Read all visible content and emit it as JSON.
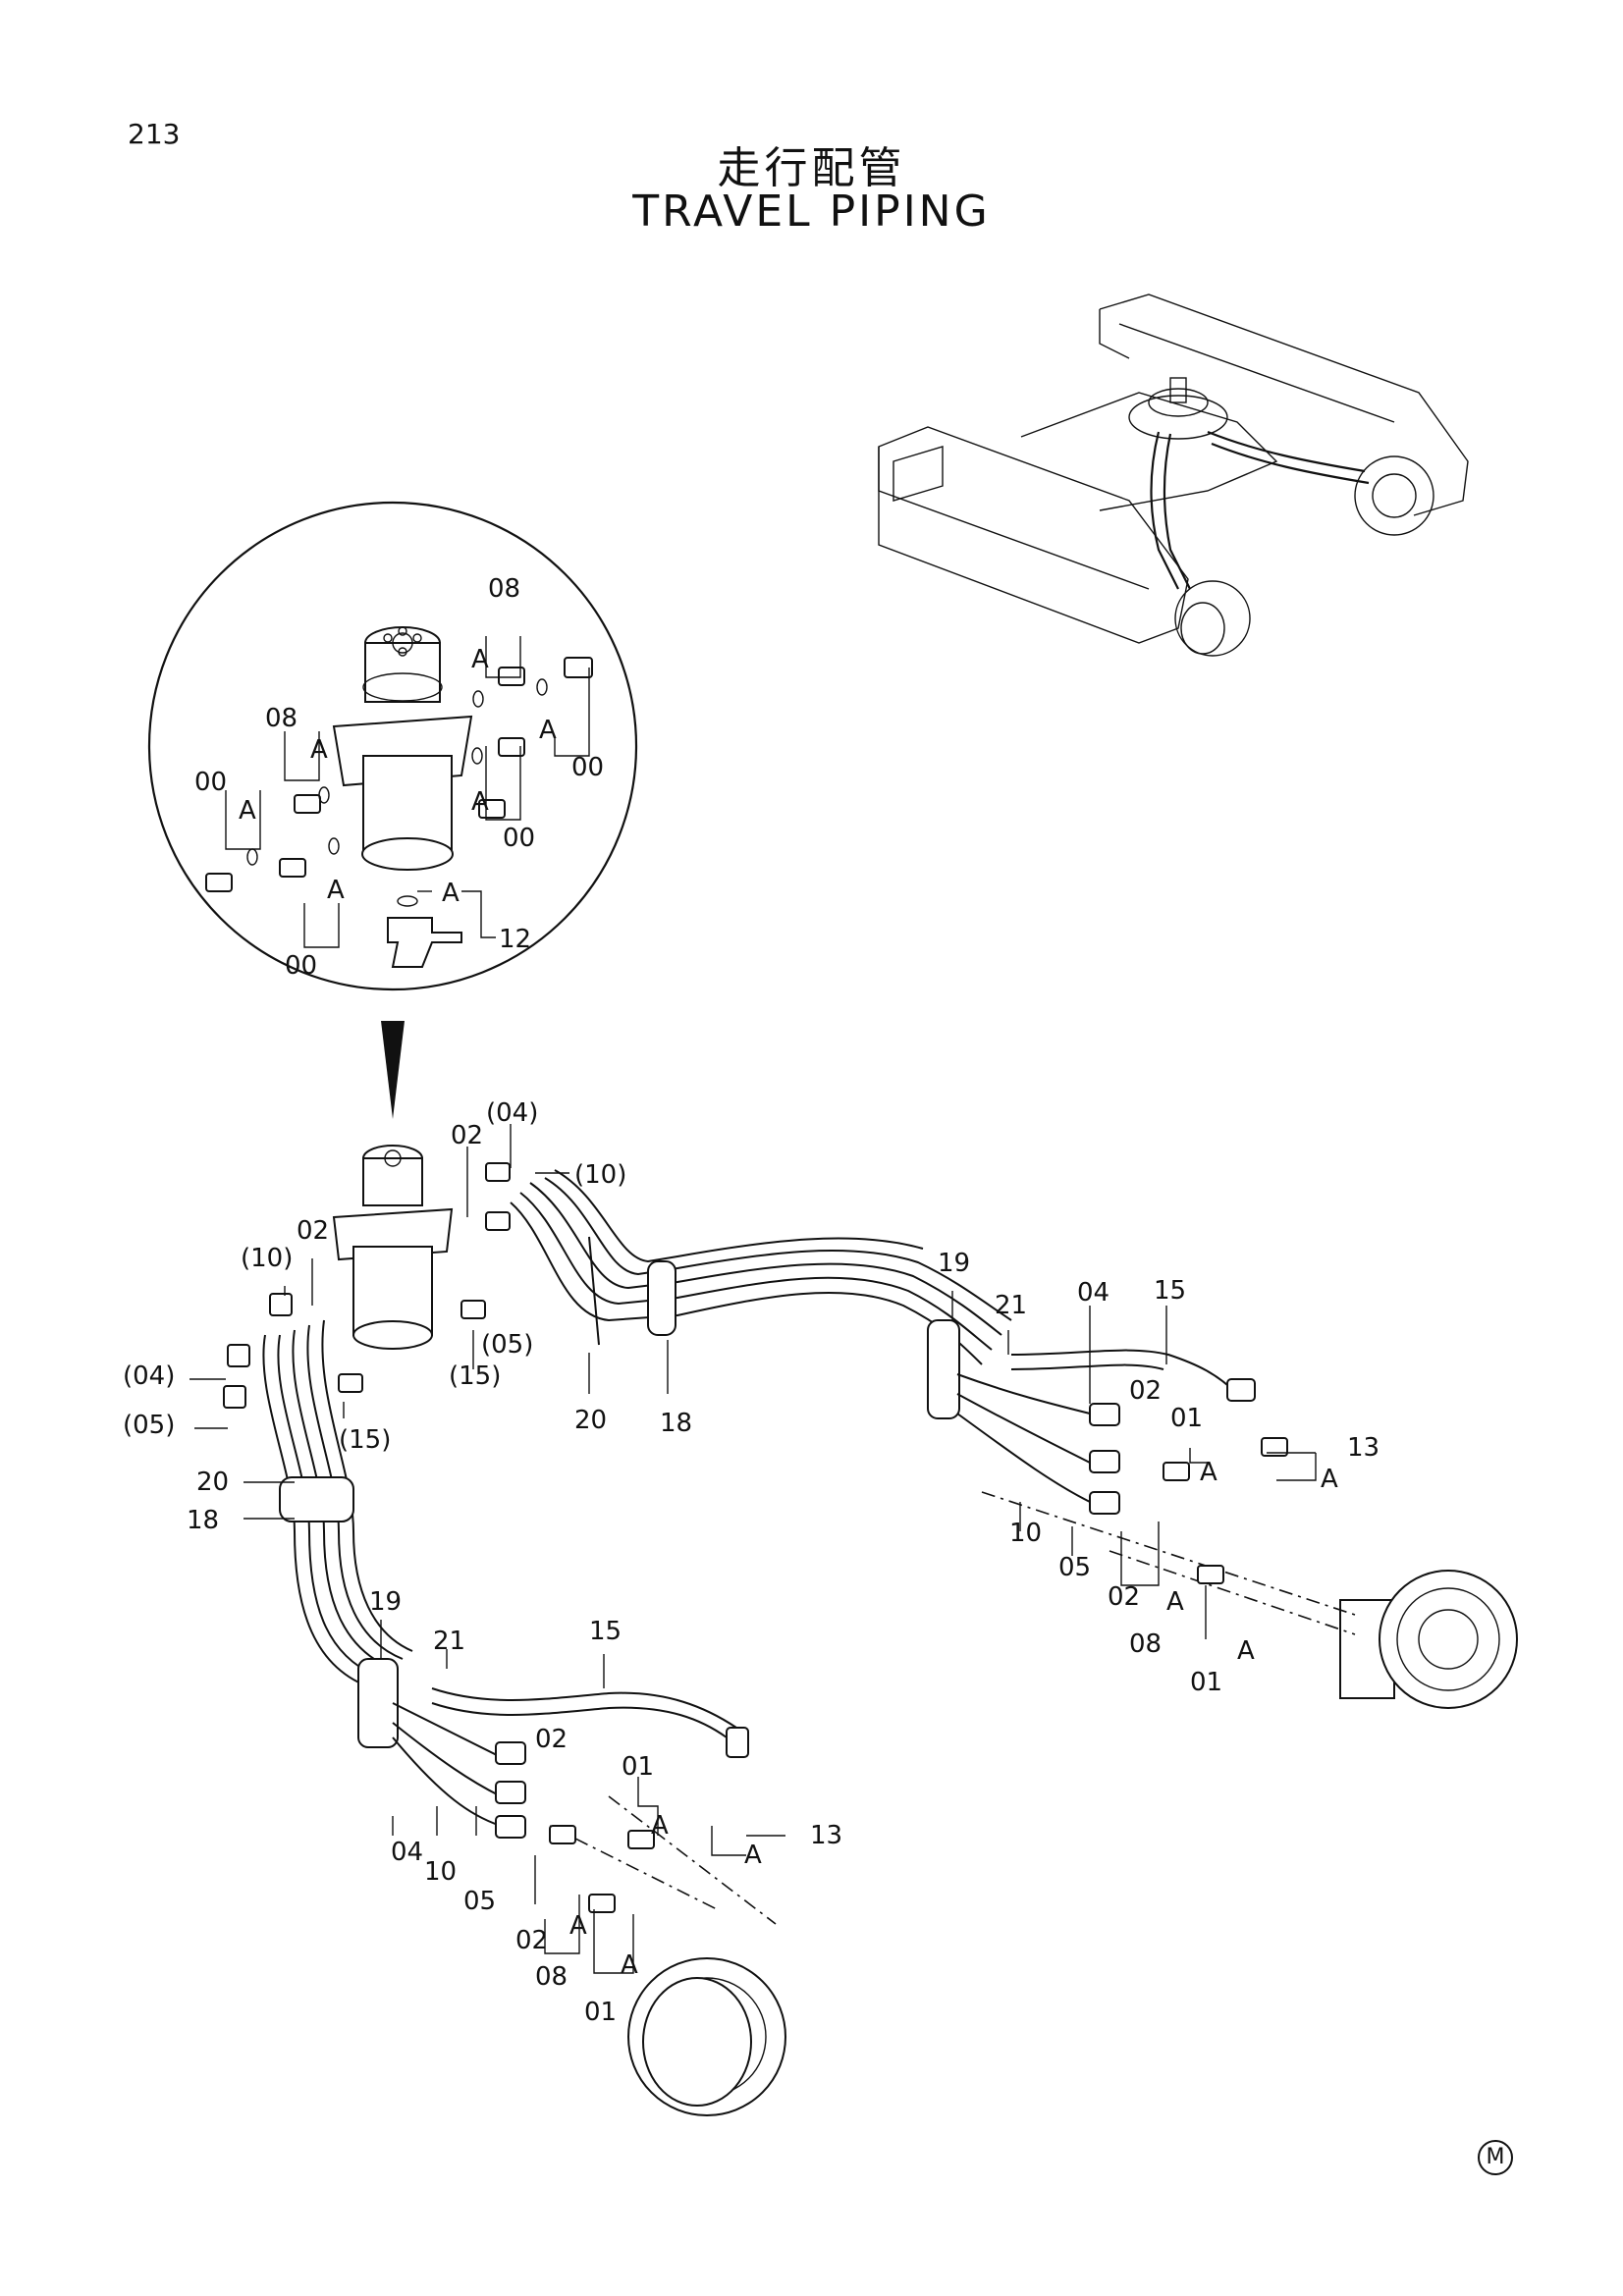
{
  "page": {
    "number": "213",
    "title_cn": "走行配管",
    "title_en": "TRAVEL PIPING",
    "corner_mark": "M"
  },
  "callouts": {
    "inset": [
      {
        "id": "i-08a",
        "text": "08"
      },
      {
        "id": "i-a1",
        "text": "A"
      },
      {
        "id": "i-08b",
        "text": "08"
      },
      {
        "id": "i-a2",
        "text": "A"
      },
      {
        "id": "i-00a",
        "text": "00"
      },
      {
        "id": "i-a3",
        "text": "A"
      },
      {
        "id": "i-a4",
        "text": "A"
      },
      {
        "id": "i-00b",
        "text": "00"
      },
      {
        "id": "i-a5",
        "text": "A"
      },
      {
        "id": "i-00c",
        "text": "00"
      },
      {
        "id": "i-a6",
        "text": "A"
      },
      {
        "id": "i-00d",
        "text": "00"
      },
      {
        "id": "i-a7",
        "text": "A"
      },
      {
        "id": "i-12",
        "text": "12"
      }
    ],
    "main": [
      {
        "id": "m-04p-top",
        "text": "(04)"
      },
      {
        "id": "m-02-top",
        "text": "02"
      },
      {
        "id": "m-10p-top",
        "text": "(10)"
      },
      {
        "id": "m-02-left",
        "text": "02"
      },
      {
        "id": "m-10p-left",
        "text": "(10)"
      },
      {
        "id": "m-05p-mid",
        "text": "(05)"
      },
      {
        "id": "m-15p-mid",
        "text": "(15)"
      },
      {
        "id": "m-04p-left",
        "text": "(04)"
      },
      {
        "id": "m-05p-left",
        "text": "(05)"
      },
      {
        "id": "m-15p-left",
        "text": "(15)"
      },
      {
        "id": "m-20-mid",
        "text": "20"
      },
      {
        "id": "m-18-mid",
        "text": "18"
      },
      {
        "id": "m-20-left",
        "text": "20"
      },
      {
        "id": "m-18-left",
        "text": "18"
      },
      {
        "id": "m-19-right",
        "text": "19"
      },
      {
        "id": "m-21-right",
        "text": "21"
      },
      {
        "id": "m-04-right",
        "text": "04"
      },
      {
        "id": "m-15-right",
        "text": "15"
      },
      {
        "id": "m-02-right",
        "text": "02"
      },
      {
        "id": "m-01-right",
        "text": "01"
      },
      {
        "id": "m-a-right1",
        "text": "A"
      },
      {
        "id": "m-13-right",
        "text": "13"
      },
      {
        "id": "m-a-right2",
        "text": "A"
      },
      {
        "id": "m-10-right",
        "text": "10"
      },
      {
        "id": "m-05-right",
        "text": "05"
      },
      {
        "id": "m-02-right2",
        "text": "02"
      },
      {
        "id": "m-a-right3",
        "text": "A"
      },
      {
        "id": "m-08-right",
        "text": "08"
      },
      {
        "id": "m-a-right4",
        "text": "A"
      },
      {
        "id": "m-01-right2",
        "text": "01"
      },
      {
        "id": "m-19-left",
        "text": "19"
      },
      {
        "id": "m-21-left",
        "text": "21"
      },
      {
        "id": "m-15-left",
        "text": "15"
      },
      {
        "id": "m-02-low",
        "text": "02"
      },
      {
        "id": "m-01-low",
        "text": "01"
      },
      {
        "id": "m-a-low1",
        "text": "A"
      },
      {
        "id": "m-13-low",
        "text": "13"
      },
      {
        "id": "m-a-low2",
        "text": "A"
      },
      {
        "id": "m-04-low",
        "text": "04"
      },
      {
        "id": "m-10-low",
        "text": "10"
      },
      {
        "id": "m-05-low",
        "text": "05"
      },
      {
        "id": "m-02-low2",
        "text": "02"
      },
      {
        "id": "m-a-low3",
        "text": "A"
      },
      {
        "id": "m-08-low",
        "text": "08"
      },
      {
        "id": "m-a-low4",
        "text": "A"
      },
      {
        "id": "m-01-low2",
        "text": "01"
      }
    ]
  }
}
